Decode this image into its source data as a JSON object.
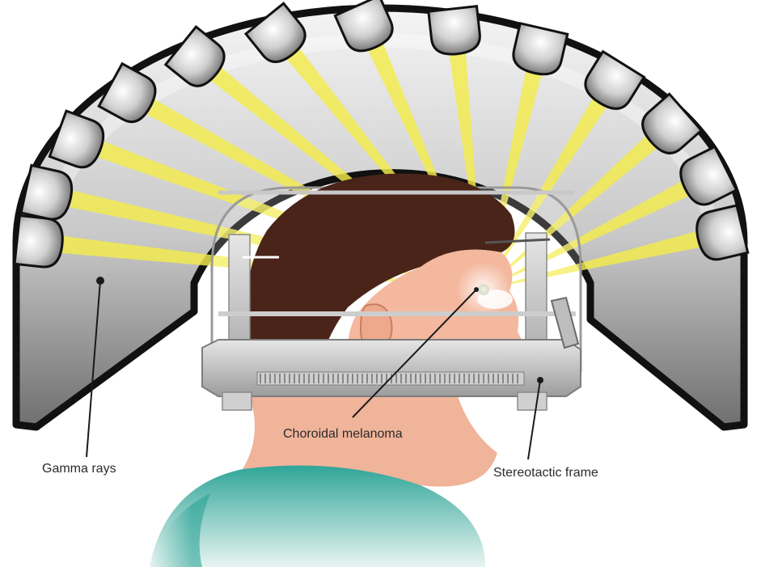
{
  "labels": {
    "gamma_rays": "Gamma rays",
    "choroidal_melanoma": "Choroidal melanoma",
    "stereotactic_frame": "Stereotactic frame"
  },
  "colors": {
    "dome_outline": "#111111",
    "dome_inner": "#d9d9d9",
    "beam_yellow": "#f3ec4a",
    "skin": "#f0b49a",
    "hair": "#4a2419",
    "shirt": "#3fb3a4",
    "frame": "#c9c9c9"
  }
}
